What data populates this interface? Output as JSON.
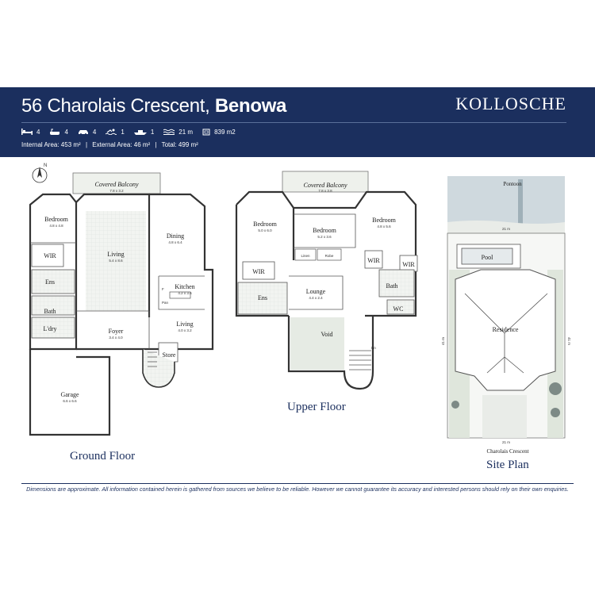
{
  "header": {
    "title_street": "56 Charolais Crescent,",
    "title_suburb": "Benowa",
    "logo": "KOLLOSCHE",
    "features": [
      {
        "icon": "bed-icon",
        "value": "4"
      },
      {
        "icon": "bath-icon",
        "value": "4"
      },
      {
        "icon": "car-icon",
        "value": "4"
      },
      {
        "icon": "pool-icon",
        "value": "1"
      },
      {
        "icon": "boat-icon",
        "value": "1"
      },
      {
        "icon": "water-frontage-icon",
        "value": "21 m"
      },
      {
        "icon": "land-size-icon",
        "value": "839 m2"
      }
    ],
    "internal_area": "Internal Area: 453 m²",
    "external_area": "External Area: 46 m²",
    "total_area": "Total: 499 m²",
    "separator": "|"
  },
  "ground_floor": {
    "label": "Ground Floor",
    "compass": "N",
    "rooms": {
      "covered_balcony": {
        "name": "Covered Balcony",
        "dims": "7.8 x 3.2"
      },
      "bedroom": {
        "name": "Bedroom",
        "dims": "4.8 x 4.8"
      },
      "wir": {
        "name": "WIR"
      },
      "living": {
        "name": "Living",
        "dims": "5.4 x 8.6"
      },
      "dining": {
        "name": "Dining",
        "dims": "4.8 x 6.4"
      },
      "ens": {
        "name": "Ens"
      },
      "kitchen": {
        "name": "Kitchen",
        "dims": "4.2 x 3.6"
      },
      "bath": {
        "name": "Bath"
      },
      "ldry": {
        "name": "L'dry"
      },
      "foyer": {
        "name": "Foyer",
        "dims": "3.4 x 4.0"
      },
      "living2": {
        "name": "Living",
        "dims": "4.0 x 3.2"
      },
      "store": {
        "name": "Store"
      },
      "garage": {
        "name": "Garage",
        "dims": "6.6 x 6.6"
      },
      "pantry": {
        "name": "Pan"
      },
      "fridge": {
        "name": "F"
      }
    }
  },
  "upper_floor": {
    "label": "Upper Floor",
    "rooms": {
      "covered_balcony": {
        "name": "Covered Balcony",
        "dims": "7.8 x 3.8"
      },
      "bedroom1": {
        "name": "Bedroom",
        "dims": "5.0 x 6.0"
      },
      "bedroom2": {
        "name": "Bedroom",
        "dims": "5.2 x 3.6"
      },
      "bedroom3": {
        "name": "Bedroom",
        "dims": "4.8 x 5.6"
      },
      "linen": {
        "name": "Linen"
      },
      "robe": {
        "name": "Robe"
      },
      "wir1": {
        "name": "WIR"
      },
      "wir2": {
        "name": "WIR"
      },
      "wir3": {
        "name": "WIR"
      },
      "ens": {
        "name": "Ens"
      },
      "lounge": {
        "name": "Lounge",
        "dims": "4.4 x 2.4"
      },
      "bath": {
        "name": "Bath"
      },
      "wc": {
        "name": "WC"
      },
      "void": {
        "name": "Void"
      },
      "stair_label": {
        "name": "Dn"
      }
    }
  },
  "site_plan": {
    "label": "Site Plan",
    "street": "Charolais Crescent",
    "pontoon": "Pontoon",
    "pool": "Pool",
    "residence": "Residence",
    "frontage_top": "21 m",
    "frontage_bottom": "21 m",
    "depth_left": "41 m",
    "depth_right": "41 m"
  },
  "footer": {
    "disclaimer": "Dimensions are approximate.  All information contained herein is gathered from sources we believe to be reliable.  However we cannot guarantee its accuracy and interested persons should rely on their own enquiries."
  }
}
